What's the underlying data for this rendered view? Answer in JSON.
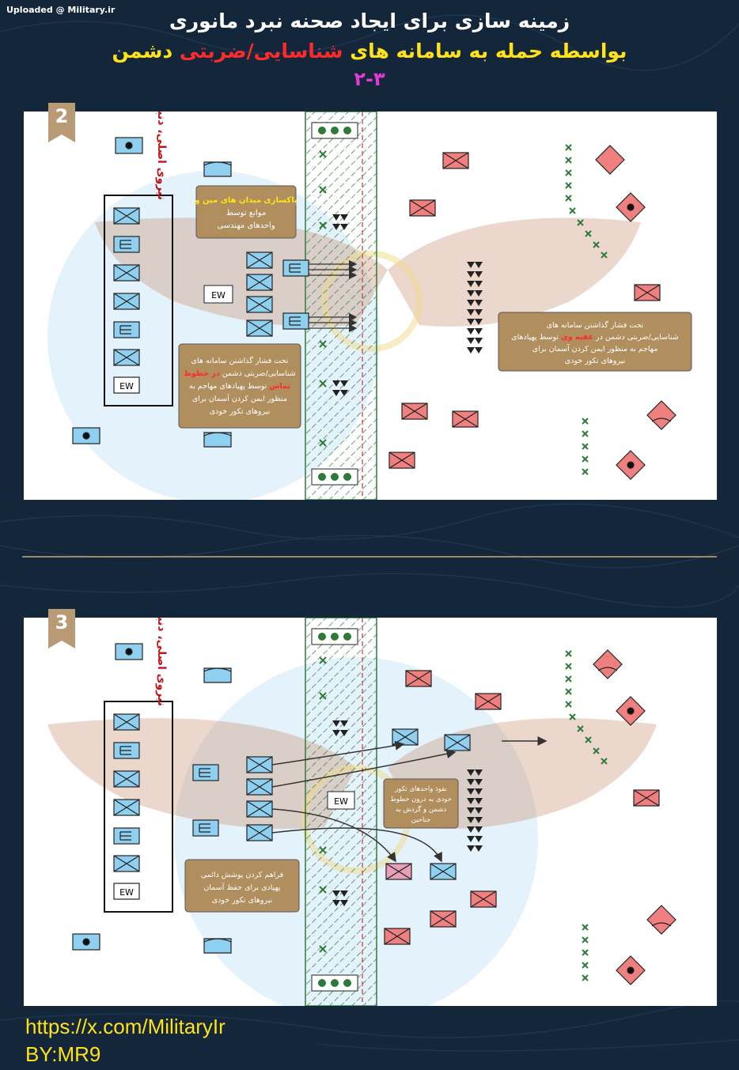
{
  "watermark": "Uploaded @ Military.ir",
  "title": {
    "line1": "زمینه سازی برای ایجاد صحنه نبرد مانوری",
    "line2_pre": "بواسطه حمله به سامانه های ",
    "line2_red": "شناسایی/ضربتی",
    "line2_post": " دشمن",
    "line3": "۲-۳"
  },
  "panel2": {
    "number": "2",
    "reserve_label": "نیروی اصلی، دنبال پشتیبان و احتیاط",
    "ew": "EW",
    "box1": [
      "پاکسازی میدان های مین و",
      "موانع توسط",
      "واحدهای مهندسی"
    ],
    "box2": {
      "l1": "تحت فشار گذاشتن سامانه های",
      "l2_pre": "شناسایی/ضربتی دشمن ",
      "l2_red": "در خطوط",
      "l3_red": "تماس",
      "l3_post": " توسط پهپادهای مهاجم به",
      "l4": "منظور ایمن کردن آسمان برای",
      "l5": "نیروهای تکور خودی"
    },
    "box3": {
      "l1": "تحت فشار گذاشتن سامانه های",
      "l2_pre": "شناسایی/ضربتی دشمن در ",
      "l2_red": "عقبه وی",
      "l2_post": " توسط پهپادهای",
      "l3": "مهاجم به منظور ایمن کردن آسمان برای",
      "l4": "نیروهای تکور خودی"
    }
  },
  "panel3": {
    "number": "3",
    "reserve_label": "نیروی اصلی، دنبال پشتیبان و احتیاط",
    "ew": "EW",
    "box1": [
      "نفوذ واحدهای تکور",
      "خودی به درون خطوط",
      "دشمن و گردش به",
      "جناحین"
    ],
    "box2": [
      "فراهم کردن پوشش دائمی",
      "پهپادی برای حفظ آسمان",
      "نیروهای تکور خودی"
    ]
  },
  "footer": {
    "url": "https://x.com/MilitaryIr",
    "author": "BY:MR9"
  },
  "colors": {
    "background": "#13263a",
    "friendly": "#8fd0f0",
    "enemy": "#f08080",
    "obstacle": "#2e7a3a",
    "note_box": "#b18e5e",
    "title_white": "#ffffff",
    "title_yellow": "#ffe21a",
    "title_red": "#ff2a2a",
    "title_magenta": "#e23ad8",
    "footer": "#ffe21a"
  }
}
